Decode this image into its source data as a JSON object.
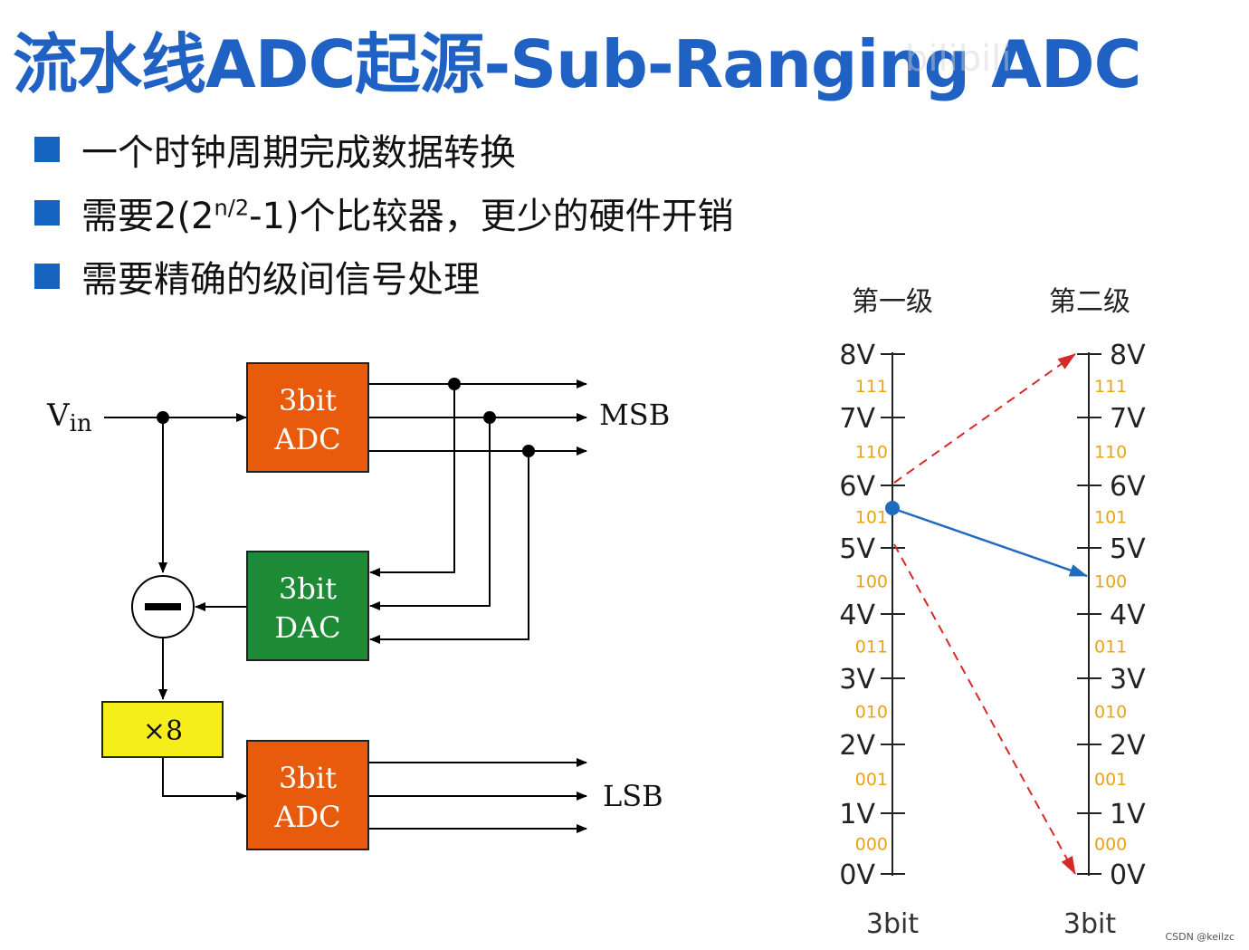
{
  "title": "流水线ADC起源-Sub-Ranging ADC",
  "watermark": "bilibili",
  "bullets": [
    {
      "text": "一个时钟周期完成数据转换"
    },
    {
      "pre": "需要2(2",
      "sup": "n/2",
      "post": "-1)个比较器，更少的硬件开销"
    },
    {
      "text": "需要精确的级间信号处理"
    }
  ],
  "block_diagram": {
    "vin_label": "V",
    "vin_sub": "in",
    "adc1": {
      "line1": "3bit",
      "line2": "ADC"
    },
    "dac": {
      "line1": "3bit",
      "line2": "DAC"
    },
    "adc2": {
      "line1": "3bit",
      "line2": "ADC"
    },
    "gain": "×8",
    "msb": "MSB",
    "lsb": "LSB",
    "colors": {
      "adc": "#e85a0c",
      "dac": "#1d8a35",
      "gain": "#f5ee1b"
    }
  },
  "scale": {
    "stage1_label": "第一级",
    "stage2_label": "第二级",
    "voltages": [
      "8V",
      "7V",
      "6V",
      "5V",
      "4V",
      "3V",
      "2V",
      "1V",
      "0V"
    ],
    "codes": [
      "111",
      "110",
      "101",
      "100",
      "011",
      "010",
      "001",
      "000"
    ],
    "bottom_left": "3bit",
    "bottom_right": "3bit",
    "colors": {
      "code": "#e8a317",
      "blue": "#1e6bbf",
      "red": "#d62a2a"
    }
  },
  "footer": "CSDN @keilzc"
}
